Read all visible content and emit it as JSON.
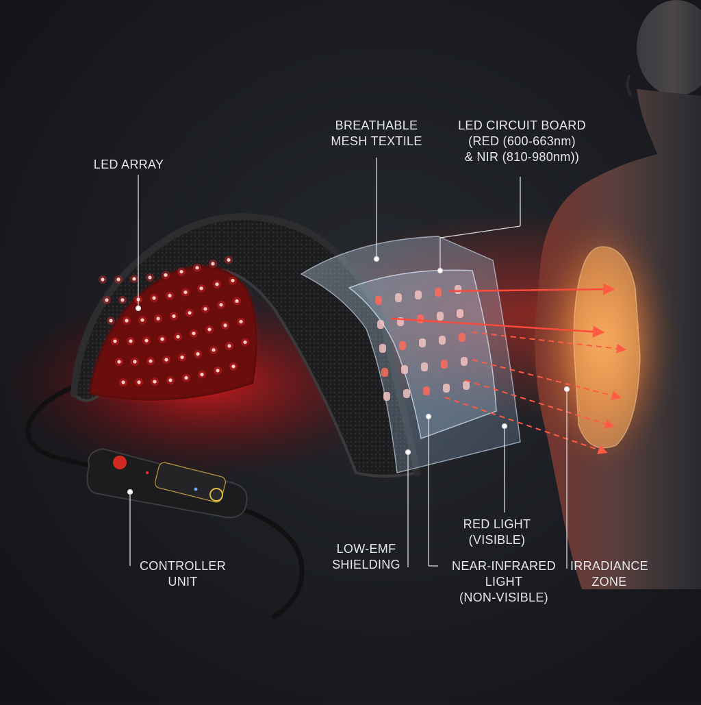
{
  "labels": {
    "led_array": {
      "line1": "LED ARRAY"
    },
    "mesh_textile": {
      "line1": "BREATHABLE",
      "line2": "MESH TEXTILE"
    },
    "circuit_board": {
      "line1": "LED CIRCUIT BOARD",
      "line2": "(RED (600-663nm)",
      "line3": "& NIR (810-980nm))"
    },
    "low_emf": {
      "line1": "LOW-EMF",
      "line2": "SHIELDING"
    },
    "controller": {
      "line1": "CONTROLLER",
      "line2": "UNIT"
    },
    "nir_light": {
      "line1": "NEAR-INFRARED",
      "line2": "LIGHT",
      "line3": "(NON-VISIBLE)"
    },
    "red_light": {
      "line1": "RED LIGHT",
      "line2": "(VISIBLE)"
    },
    "irradiance": {
      "line1": "IRRADIANCE",
      "line2": "ZONE"
    }
  },
  "colors": {
    "background": "#1a1c21",
    "led_red": "#ff2a2a",
    "beam_red": "#ff4a3c",
    "label_text": "#e6e7ea",
    "panel_blue": "#9fc4e8",
    "irradiance_glow": "#ffa040"
  }
}
